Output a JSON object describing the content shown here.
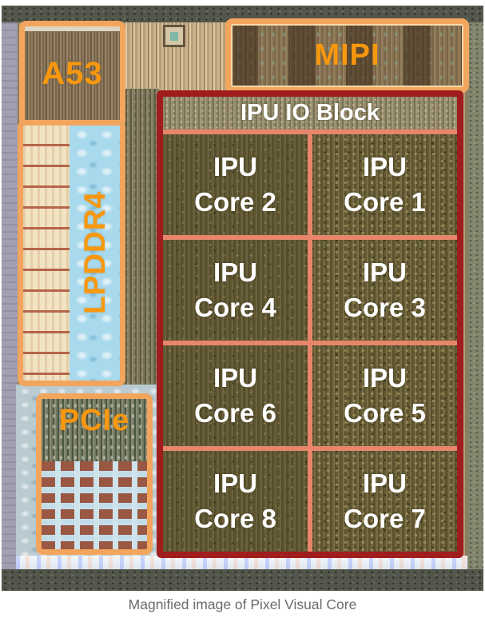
{
  "figure": {
    "caption": "Magnified image of Pixel Visual Core",
    "regions": {
      "a53": "A53",
      "mipi": "MIPI",
      "lpddr4": "LPDDR4",
      "pcie": "PCIe"
    },
    "ipu": {
      "header": "IPU IO Block",
      "cores": [
        {
          "line1": "IPU",
          "line2": "Core 2"
        },
        {
          "line1": "IPU",
          "line2": "Core 1"
        },
        {
          "line1": "IPU",
          "line2": "Core 4"
        },
        {
          "line1": "IPU",
          "line2": "Core 3"
        },
        {
          "line1": "IPU",
          "line2": "Core 6"
        },
        {
          "line1": "IPU",
          "line2": "Core 5"
        },
        {
          "line1": "IPU",
          "line2": "Core 8"
        },
        {
          "line1": "IPU",
          "line2": "Core 7"
        }
      ]
    },
    "colors": {
      "annotation_orange_border": "#F2A55C",
      "annotation_orange_text": "#F8980F",
      "ipu_border_red": "#A01D1D",
      "ipu_divider_salmon": "#E8866C",
      "core_text": "#FFFFFF",
      "caption_gray": "#6B6B6B"
    }
  }
}
